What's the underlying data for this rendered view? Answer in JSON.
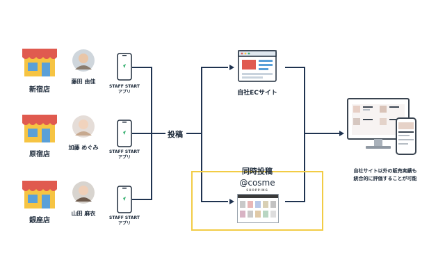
{
  "stores": [
    {
      "name": "新宿店",
      "staff": "藤田 由佳"
    },
    {
      "name": "原宿店",
      "staff": "加藤 めぐみ"
    },
    {
      "name": "銀座店",
      "staff": "山田 麻衣"
    }
  ],
  "app_label_line1": "STAFF START",
  "app_label_line2": "アプリ",
  "post_label": "投稿",
  "ec_label": "自社ECサイト",
  "simultaneous_label": "同時投稿",
  "cosme_logo": "@cosme",
  "cosme_sub": "SHOPPING",
  "result_line1": "自社サイト以外の販売実績も",
  "result_line2": "統合的に評価することが可能",
  "colors": {
    "line": "#1f3350",
    "highlight": "#f2cc45",
    "awning_red": "#e05a4f",
    "store_yellow": "#f6c443",
    "store_blue": "#5aa0d8"
  }
}
